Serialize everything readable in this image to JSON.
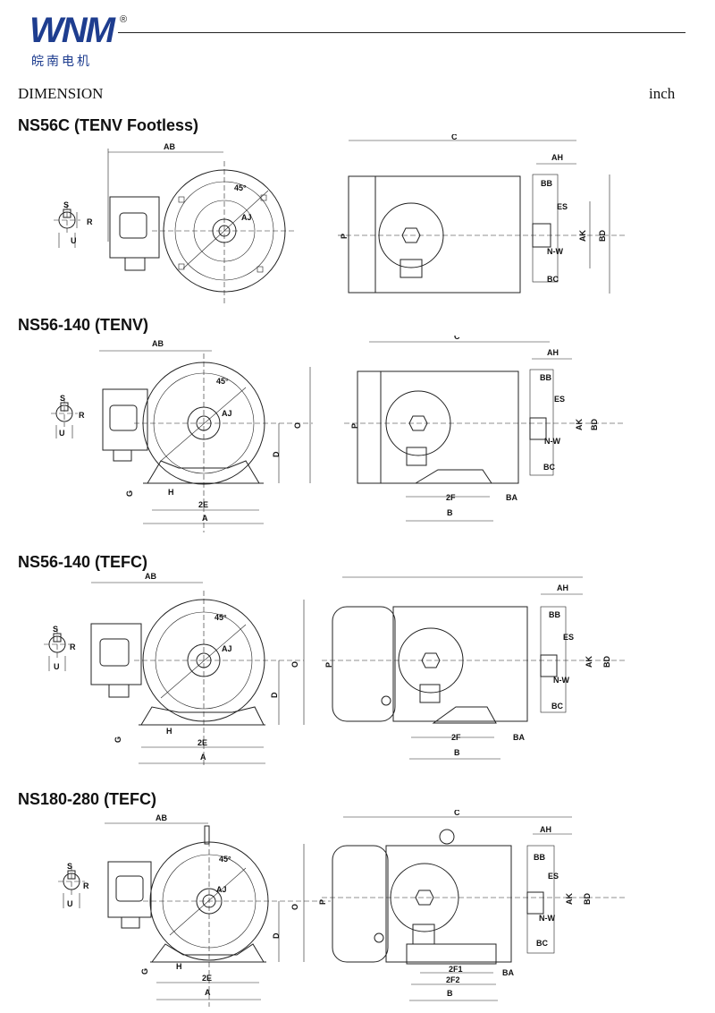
{
  "brand": {
    "logo_text": "WNM",
    "registered": "®",
    "chinese_name": "皖南电机"
  },
  "header": {
    "title": "DIMENSION",
    "unit": "inch"
  },
  "sections": [
    {
      "title": "NS56C (TENV Footless)"
    },
    {
      "title": "NS56-140 (TENV)"
    },
    {
      "title": "NS56-140 (TEFC)"
    },
    {
      "title": "NS180-280 (TEFC)"
    }
  ],
  "labels": {
    "ab": "AB",
    "angle": "45°",
    "aj": "AJ",
    "s": "S",
    "r": "R",
    "u": "U",
    "c": "C",
    "ah": "AH",
    "bb": "BB",
    "es": "ES",
    "ak": "AK",
    "bd": "BD",
    "nw": "N-W",
    "bc": "BC",
    "p": "P",
    "o": "O",
    "d": "D",
    "g": "G",
    "h": "H",
    "two_e": "2E",
    "a": "A",
    "two_f": "2F",
    "ba": "BA",
    "b": "B",
    "two_f1": "2F1",
    "two_f2": "2F2"
  }
}
